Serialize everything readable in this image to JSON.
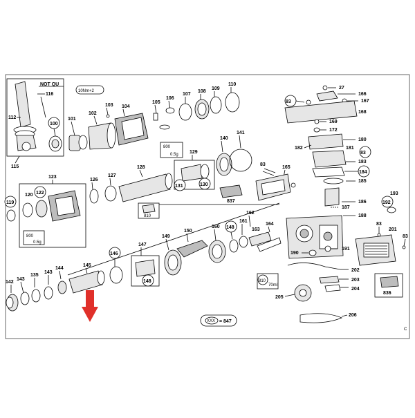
{
  "diagram": {
    "header_left": "NOT QU",
    "torque_note": "10Nm+2",
    "grease_note_1": "800",
    "grease_amount_1": "0.5g",
    "grease_note_2": "800",
    "grease_amount_2": "0.5g",
    "oil_code": "810",
    "oil_amount": "70ml",
    "legend_code": "XXX",
    "legend_eq": "= 847",
    "side_mark": "C"
  },
  "labels": {
    "p27": "27",
    "p83a": "83",
    "p83b": "83",
    "p83c": "83",
    "p83d": "83",
    "p83e": "83",
    "p100": "100",
    "p101": "101",
    "p102": "102",
    "p103": "103",
    "p104": "104",
    "p105": "105",
    "p106": "106",
    "p107": "107",
    "p108": "108",
    "p109": "109",
    "p110": "110",
    "p112": "112",
    "p115": "115",
    "p116": "116",
    "p119": "119",
    "p120": "120",
    "p122": "122",
    "p123": "123",
    "p126": "126",
    "p127": "127",
    "p128": "128",
    "p129": "129",
    "p130": "130",
    "p131": "131",
    "p135": "135",
    "p140": "140",
    "p141": "141",
    "p142": "142",
    "p143a": "143",
    "p143b": "143",
    "p144": "144",
    "p145": "145",
    "p146": "146",
    "p147": "147",
    "p148a": "148",
    "p148b": "148",
    "p149": "149",
    "p150": "150",
    "p160": "160",
    "p161": "161",
    "p162": "162",
    "p163": "163",
    "p164": "164",
    "p165": "165",
    "p166": "166",
    "p167": "167",
    "p168": "168",
    "p169": "169",
    "p172": "172",
    "p180": "180",
    "p181": "181",
    "p182": "182",
    "p183": "183",
    "p184": "184",
    "p185": "185",
    "p186": "186",
    "p187": "187",
    "p188": "188",
    "p190": "190",
    "p191": "191",
    "p192": "192",
    "p193": "193",
    "p201": "201",
    "p202": "202",
    "p203": "203",
    "p204": "204",
    "p205": "205",
    "p206": "206",
    "p810a": "810",
    "p836": "836",
    "p837": "837"
  },
  "colors": {
    "line": "#000000",
    "arrow": "#e0302a",
    "part_fill": "#e6e6e6",
    "part_dark": "#bdbdbd"
  }
}
